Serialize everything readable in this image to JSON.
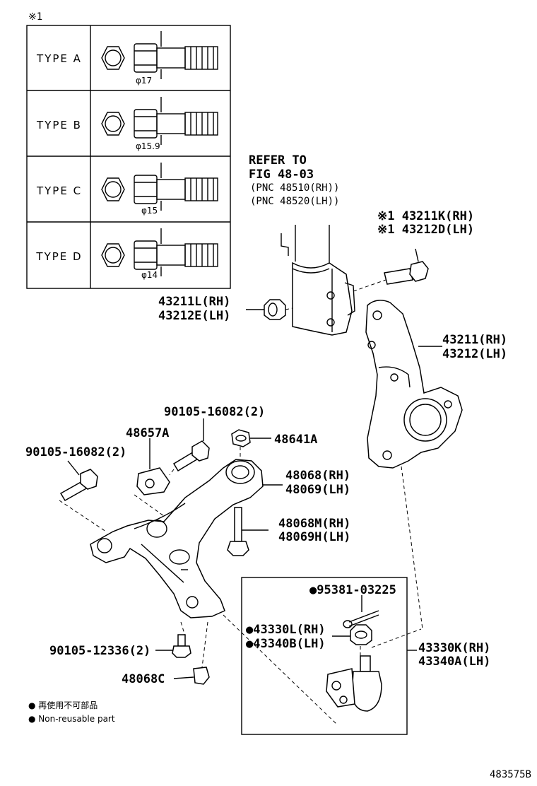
{
  "note_mark": "※1",
  "types": [
    {
      "label": "TYPE A",
      "diameter": "φ17"
    },
    {
      "label": "TYPE B",
      "diameter": "φ15.9"
    },
    {
      "label": "TYPE C",
      "diameter": "φ15"
    },
    {
      "label": "TYPE D",
      "diameter": "φ14"
    }
  ],
  "refer": {
    "line1": "REFER TO",
    "line2": "FIG 48-03",
    "line3": "(PNC 48510(RH))",
    "line4": "(PNC 48520(LH))"
  },
  "parts": {
    "bolt_43211k": "※1 43211K(RH)",
    "bolt_43212d": "※1 43212D(LH)",
    "nut_43211l": "43211L(RH)",
    "nut_43212e": "43212E(LH)",
    "knuckle_43211": "43211(RH)",
    "knuckle_43212": "43212(LH)",
    "bolt_90105_16082_a": "90105-16082(2)",
    "bracket_48657a": "48657A",
    "nut_48641a": "48641A",
    "bolt_90105_16082_b": "90105-16082(2)",
    "arm_48068": "48068(RH)",
    "arm_48069": "48069(LH)",
    "bolt_48068m": "48068M(RH)",
    "bolt_48069h": "48069H(LH)",
    "pin_95381": "●95381-03225",
    "nut_43330l": "●43330L(RH)",
    "nut_43340b": "●43340B(LH)",
    "joint_43330k": "43330K(RH)",
    "joint_43340a": "43340A(LH)",
    "bolt_90105_12336": "90105-12336(2)",
    "bushing_48068c": "48068C"
  },
  "legend": {
    "line1": "● 再使用不可部品",
    "line2": "● Non-reusable part"
  },
  "figure_id": "483575B"
}
